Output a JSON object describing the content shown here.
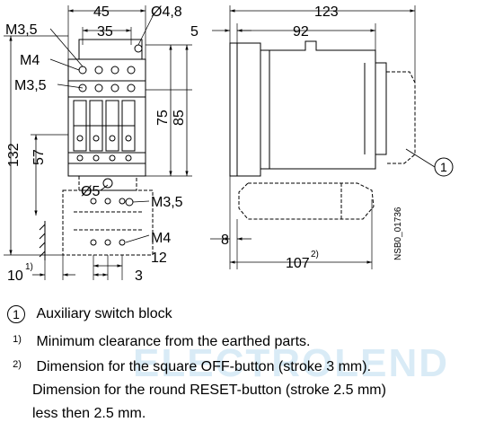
{
  "dimensions": {
    "front_width": "45",
    "front_hole_spacing": "35",
    "hole_dia": "Ø4,8",
    "screw_top": "M3,5",
    "screw_m4": "M4",
    "screw_mid": "M3,5",
    "height_75": "75",
    "height_85": "85",
    "height_132": "132",
    "height_57": "57",
    "hole_dia_5": "Ø5",
    "screw_bottom_right": "M3,5",
    "screw_m4_bottom": "M4",
    "offset_12": "12",
    "offset_3": "3",
    "clearance_10": "10",
    "clearance_10_note": "1)",
    "side_depth": "123",
    "side_92": "92",
    "side_5": "5",
    "side_8": "8",
    "side_107": "107",
    "side_107_note": "2)",
    "callout": "1",
    "drawing_id": "NSB0_01736"
  },
  "legend": [
    {
      "marker": "1",
      "marker_type": "circle",
      "text": "Auxiliary switch block"
    },
    {
      "marker": "1)",
      "marker_type": "superscript",
      "text": "Minimum clearance from the earthed parts."
    },
    {
      "marker": "2)",
      "marker_type": "superscript",
      "text": "Dimension for the square OFF-button (stroke 3 mm)."
    },
    {
      "marker": "",
      "marker_type": "none",
      "text": "Dimension for the round RESET-button (stroke 2.5 mm)"
    },
    {
      "marker": "",
      "marker_type": "none",
      "text": "less then 2.5 mm."
    }
  ],
  "watermark": "ELECTROLEND"
}
